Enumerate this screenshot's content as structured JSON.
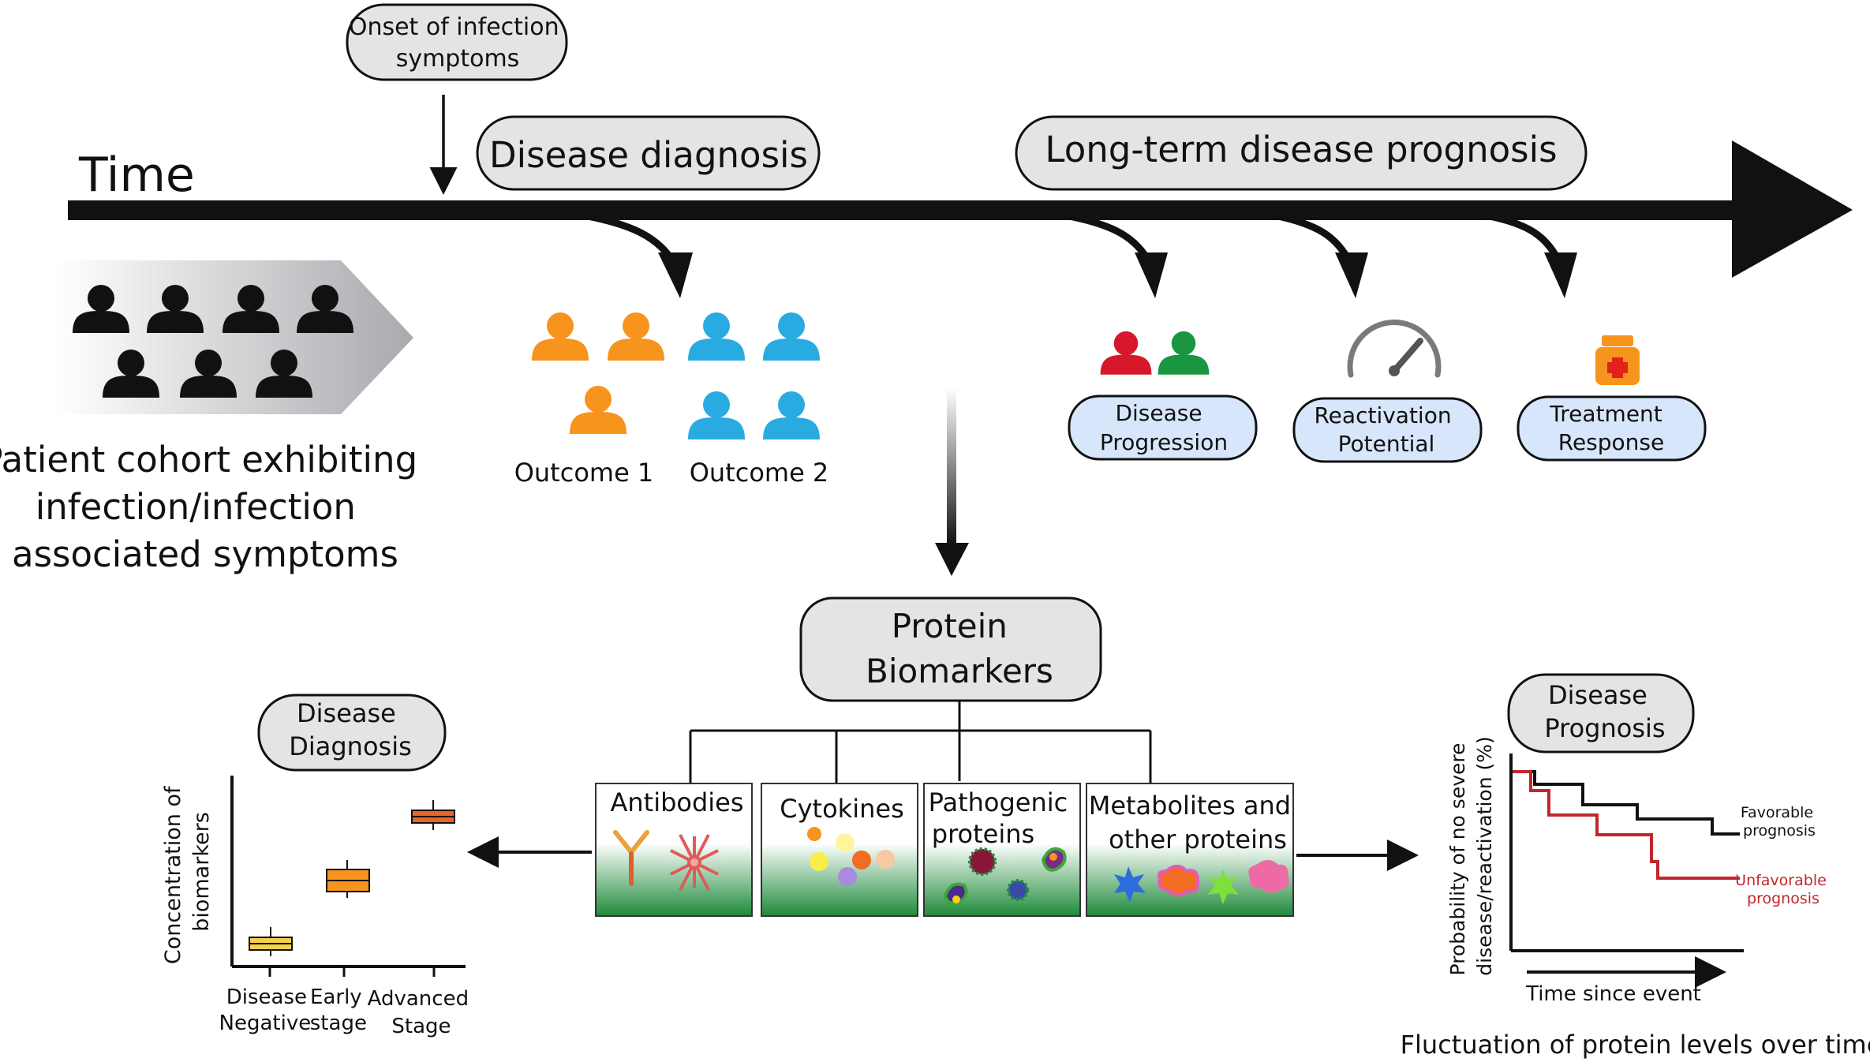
{
  "timeline": {
    "time_label": "Time",
    "onset_label": [
      "Onset of infection",
      "symptoms"
    ],
    "diagnosis_label": "Disease diagnosis",
    "prognosis_label": "Long-term disease prognosis"
  },
  "cohort": {
    "caption": [
      "Patient cohort exhibiting",
      "infection/infection",
      "associated symptoms"
    ]
  },
  "outcomes": {
    "outcome1": "Outcome 1",
    "outcome2": "Outcome 2",
    "colors": {
      "outcome1": "#f7941d",
      "outcome2": "#29abe2"
    }
  },
  "prognosis_items": [
    {
      "label": [
        "Disease",
        "Progression"
      ],
      "icon": "people-red-green-icon"
    },
    {
      "label": [
        "Reactivation",
        "Potential"
      ],
      "icon": "gauge-icon"
    },
    {
      "label": [
        "Treatment",
        "Response"
      ],
      "icon": "medicine-bottle-icon"
    }
  ],
  "biomarkers": {
    "title": [
      "Protein",
      "Biomarkers"
    ],
    "categories": [
      {
        "label": [
          "Antibodies"
        ]
      },
      {
        "label": [
          "Cytokines"
        ]
      },
      {
        "label": [
          "Pathogenic",
          "proteins"
        ]
      },
      {
        "label": [
          "Metabolites and",
          "other proteins"
        ]
      }
    ]
  },
  "diagnosis_panel": {
    "title": [
      "Disease",
      "Diagnosis"
    ],
    "ylabel": [
      "Concentration of",
      "biomarkers"
    ],
    "categories": [
      {
        "label": [
          "Disease",
          "Negative"
        ]
      },
      {
        "label": [
          "Early",
          "stage"
        ]
      },
      {
        "label": [
          "Advanced",
          "Stage"
        ]
      }
    ],
    "box_colors": [
      "#f5d04e",
      "#f7941d",
      "#e8642a"
    ]
  },
  "prognosis_panel": {
    "title": [
      "Disease",
      "Prognosis"
    ],
    "ylabel": [
      "Probability of no severe",
      "disease/reactivation (%)"
    ],
    "xlabel": "Time since event",
    "series": [
      {
        "name": [
          "Favorable",
          "prognosis"
        ],
        "color": "#111111"
      },
      {
        "name": [
          "Unfavorable",
          "prognosis"
        ],
        "color": "#c1272d"
      }
    ],
    "caption": "Fluctuation of protein levels over time"
  }
}
